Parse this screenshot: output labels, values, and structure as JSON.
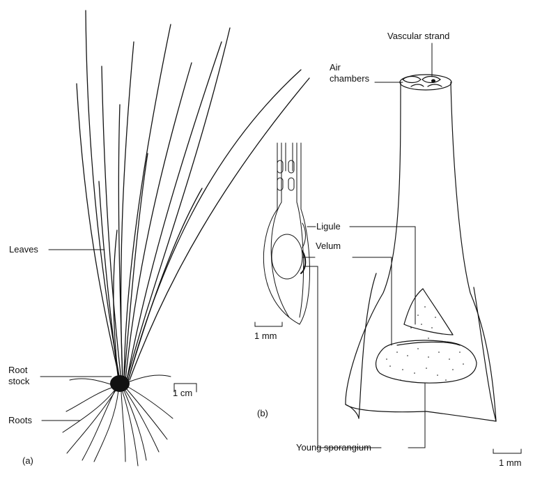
{
  "labels": {
    "leaves": "Leaves",
    "root_stock_line1": "Root",
    "root_stock_line2": "stock",
    "roots": "Roots",
    "panel_a": "(a)",
    "scale_a": "1 cm",
    "panel_b": "(b)",
    "scale_b_small": "1 mm",
    "scale_b_large": "1 mm",
    "vascular_strand": "Vascular strand",
    "air_line1": "Air",
    "air_line2": "chambers",
    "ligule": "Ligule",
    "velum": "Velum",
    "young_sporangium": "Young sporangium"
  },
  "colors": {
    "ink": "#111111",
    "background": "#ffffff"
  }
}
